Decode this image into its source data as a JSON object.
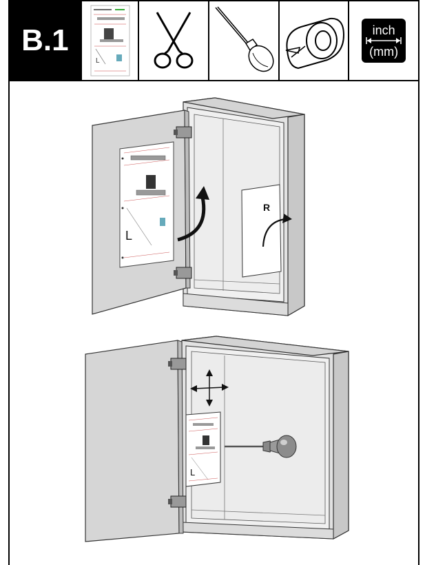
{
  "header": {
    "step_label": "B.1",
    "icons": [
      "instruction-sheet-icon",
      "scissors-icon",
      "screwdriver-icon",
      "adhesive-tape-icon"
    ],
    "unit_top": "inch",
    "unit_bottom": "(mm)"
  },
  "figure1": {
    "door_label": "L",
    "panel_label": "R"
  },
  "figure2": {
    "door_label": "L"
  }
}
